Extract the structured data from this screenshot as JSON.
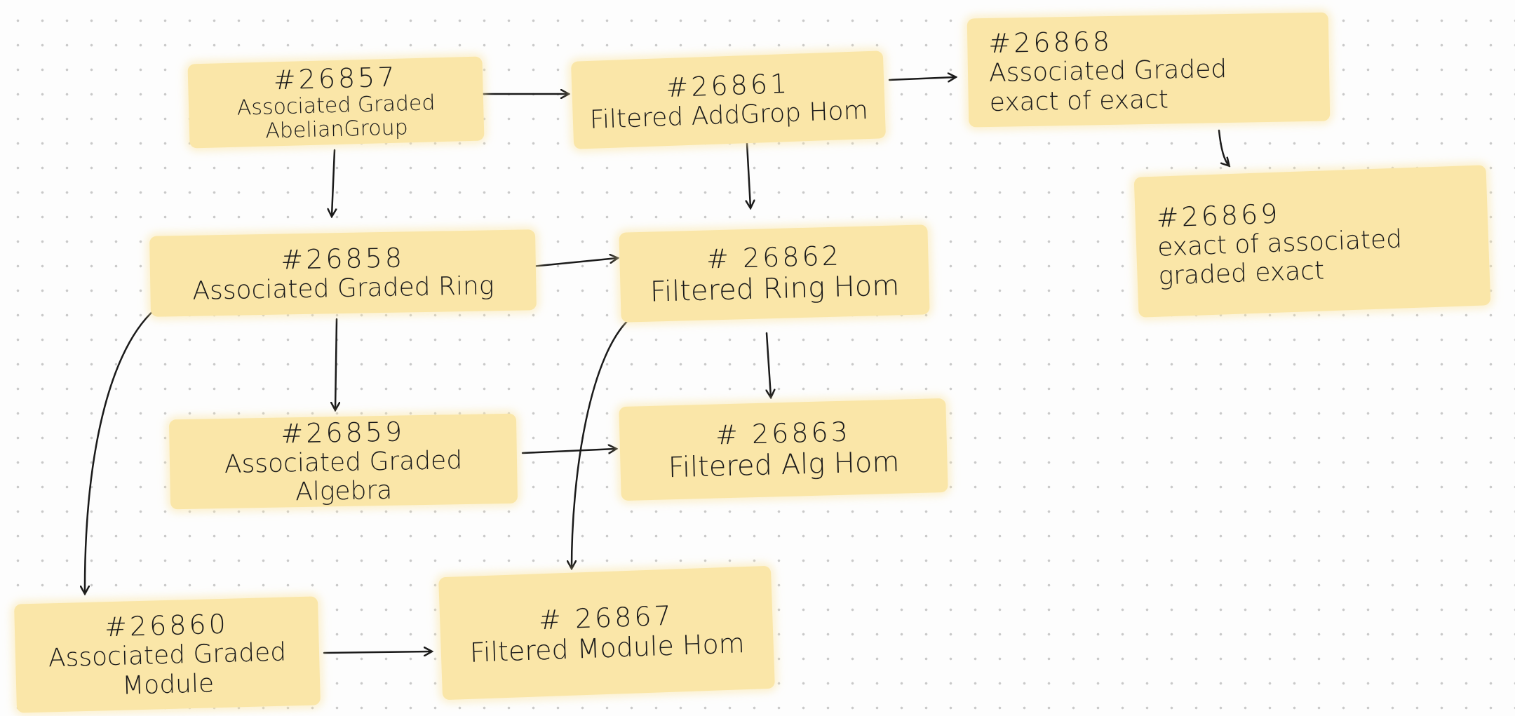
{
  "nodes": {
    "n26857": {
      "id": "#26857",
      "label": "Associated Graded AbelianGroup"
    },
    "n26861": {
      "id": "#26861",
      "label": "Filtered AddGrop Hom"
    },
    "n26868": {
      "id": "#26868",
      "label": "Associated Graded exact of exact"
    },
    "n26869": {
      "id": "#26869",
      "label": "exact of associated graded exact"
    },
    "n26858": {
      "id": "#26858",
      "label": "Associated Graded Ring"
    },
    "n26862": {
      "id": "# 26862",
      "label": "Filtered Ring Hom"
    },
    "n26859": {
      "id": "#26859",
      "label": "Associated Graded Algebra"
    },
    "n26863": {
      "id": "# 26863",
      "label": "Filtered Alg Hom"
    },
    "n26860": {
      "id": "#26860",
      "label": "Associated Graded Module"
    },
    "n26867": {
      "id": "# 26867",
      "label": "Filtered Module Hom"
    }
  },
  "edges": [
    [
      "26857",
      "26861"
    ],
    [
      "26861",
      "26868"
    ],
    [
      "26857",
      "26858"
    ],
    [
      "26861",
      "26862"
    ],
    [
      "26868",
      "26869"
    ],
    [
      "26858",
      "26862"
    ],
    [
      "26858",
      "26859"
    ],
    [
      "26862",
      "26863"
    ],
    [
      "26859",
      "26863"
    ],
    [
      "26858",
      "26860"
    ],
    [
      "26862",
      "26867"
    ],
    [
      "26860",
      "26867"
    ]
  ],
  "colors": {
    "highlight": "#fae6a8",
    "ink": "#1a1a1a"
  }
}
